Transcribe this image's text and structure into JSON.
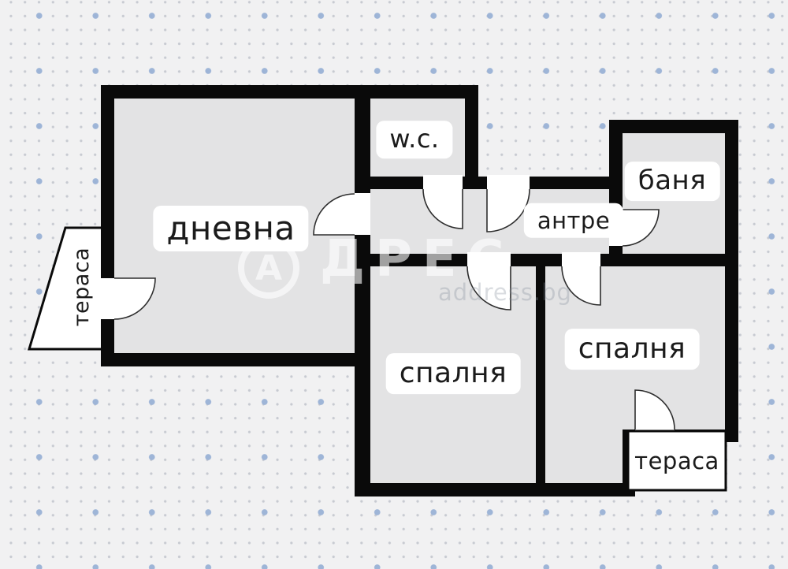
{
  "floorplan": {
    "type": "apartment-floor-plan",
    "rooms": [
      {
        "id": "living-room",
        "label": "дневна"
      },
      {
        "id": "wc",
        "label": "w.c."
      },
      {
        "id": "bathroom",
        "label": "баня"
      },
      {
        "id": "hallway",
        "label": "антре"
      },
      {
        "id": "bedroom-1",
        "label": "спалня"
      },
      {
        "id": "bedroom-2",
        "label": "спалня"
      },
      {
        "id": "terrace-left",
        "label": "тераса"
      },
      {
        "id": "terrace-bottom",
        "label": "тераса"
      }
    ],
    "watermark": {
      "brand_initial": "А",
      "brand_rest": "ДРЕС",
      "site": "address.bg"
    },
    "colors": {
      "wall": "#0a0a0a",
      "floor": "#e3e3e4",
      "outside_background": "#f1f1f2",
      "grid_dot": "#c7cad1",
      "grid_accent_dot": "#9ab2d6",
      "label_background": "#ffffff",
      "label_text": "#1b1b1b",
      "door_line": "#2e2e2e"
    }
  }
}
